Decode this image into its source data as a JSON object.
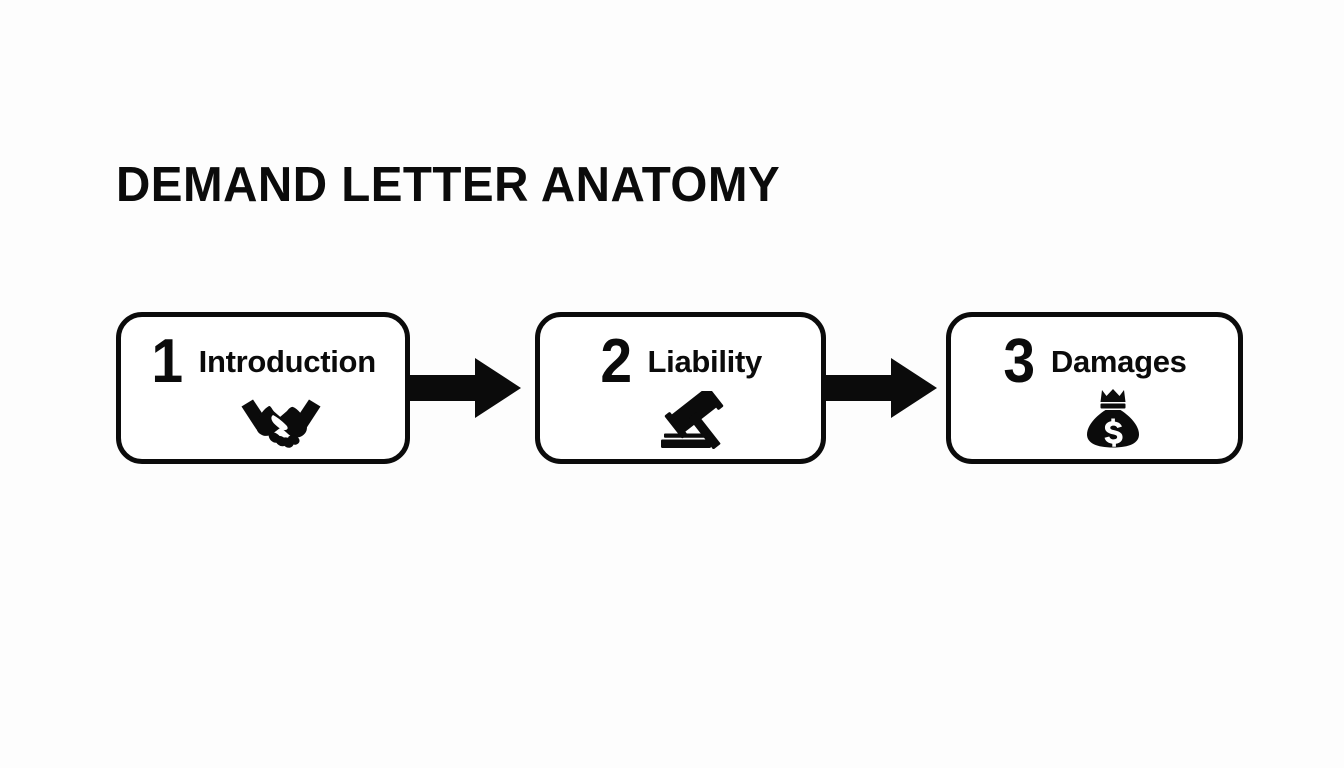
{
  "page": {
    "title": "DEMAND LETTER ANATOMY",
    "background_color": "#fdfdfd",
    "ink_color": "#0b0b0b"
  },
  "diagram": {
    "type": "horizontal-process-flow",
    "steps": [
      {
        "number": "1",
        "label": "Introduction",
        "icon": "handshake-icon"
      },
      {
        "number": "2",
        "label": "Liability",
        "icon": "gavel-icon"
      },
      {
        "number": "3",
        "label": "Damages",
        "icon": "money-bag-icon"
      }
    ],
    "connectors": [
      {
        "name": "arrow-right-icon",
        "from": "1",
        "to": "2"
      },
      {
        "name": "arrow-right-icon",
        "from": "2",
        "to": "3"
      }
    ]
  }
}
